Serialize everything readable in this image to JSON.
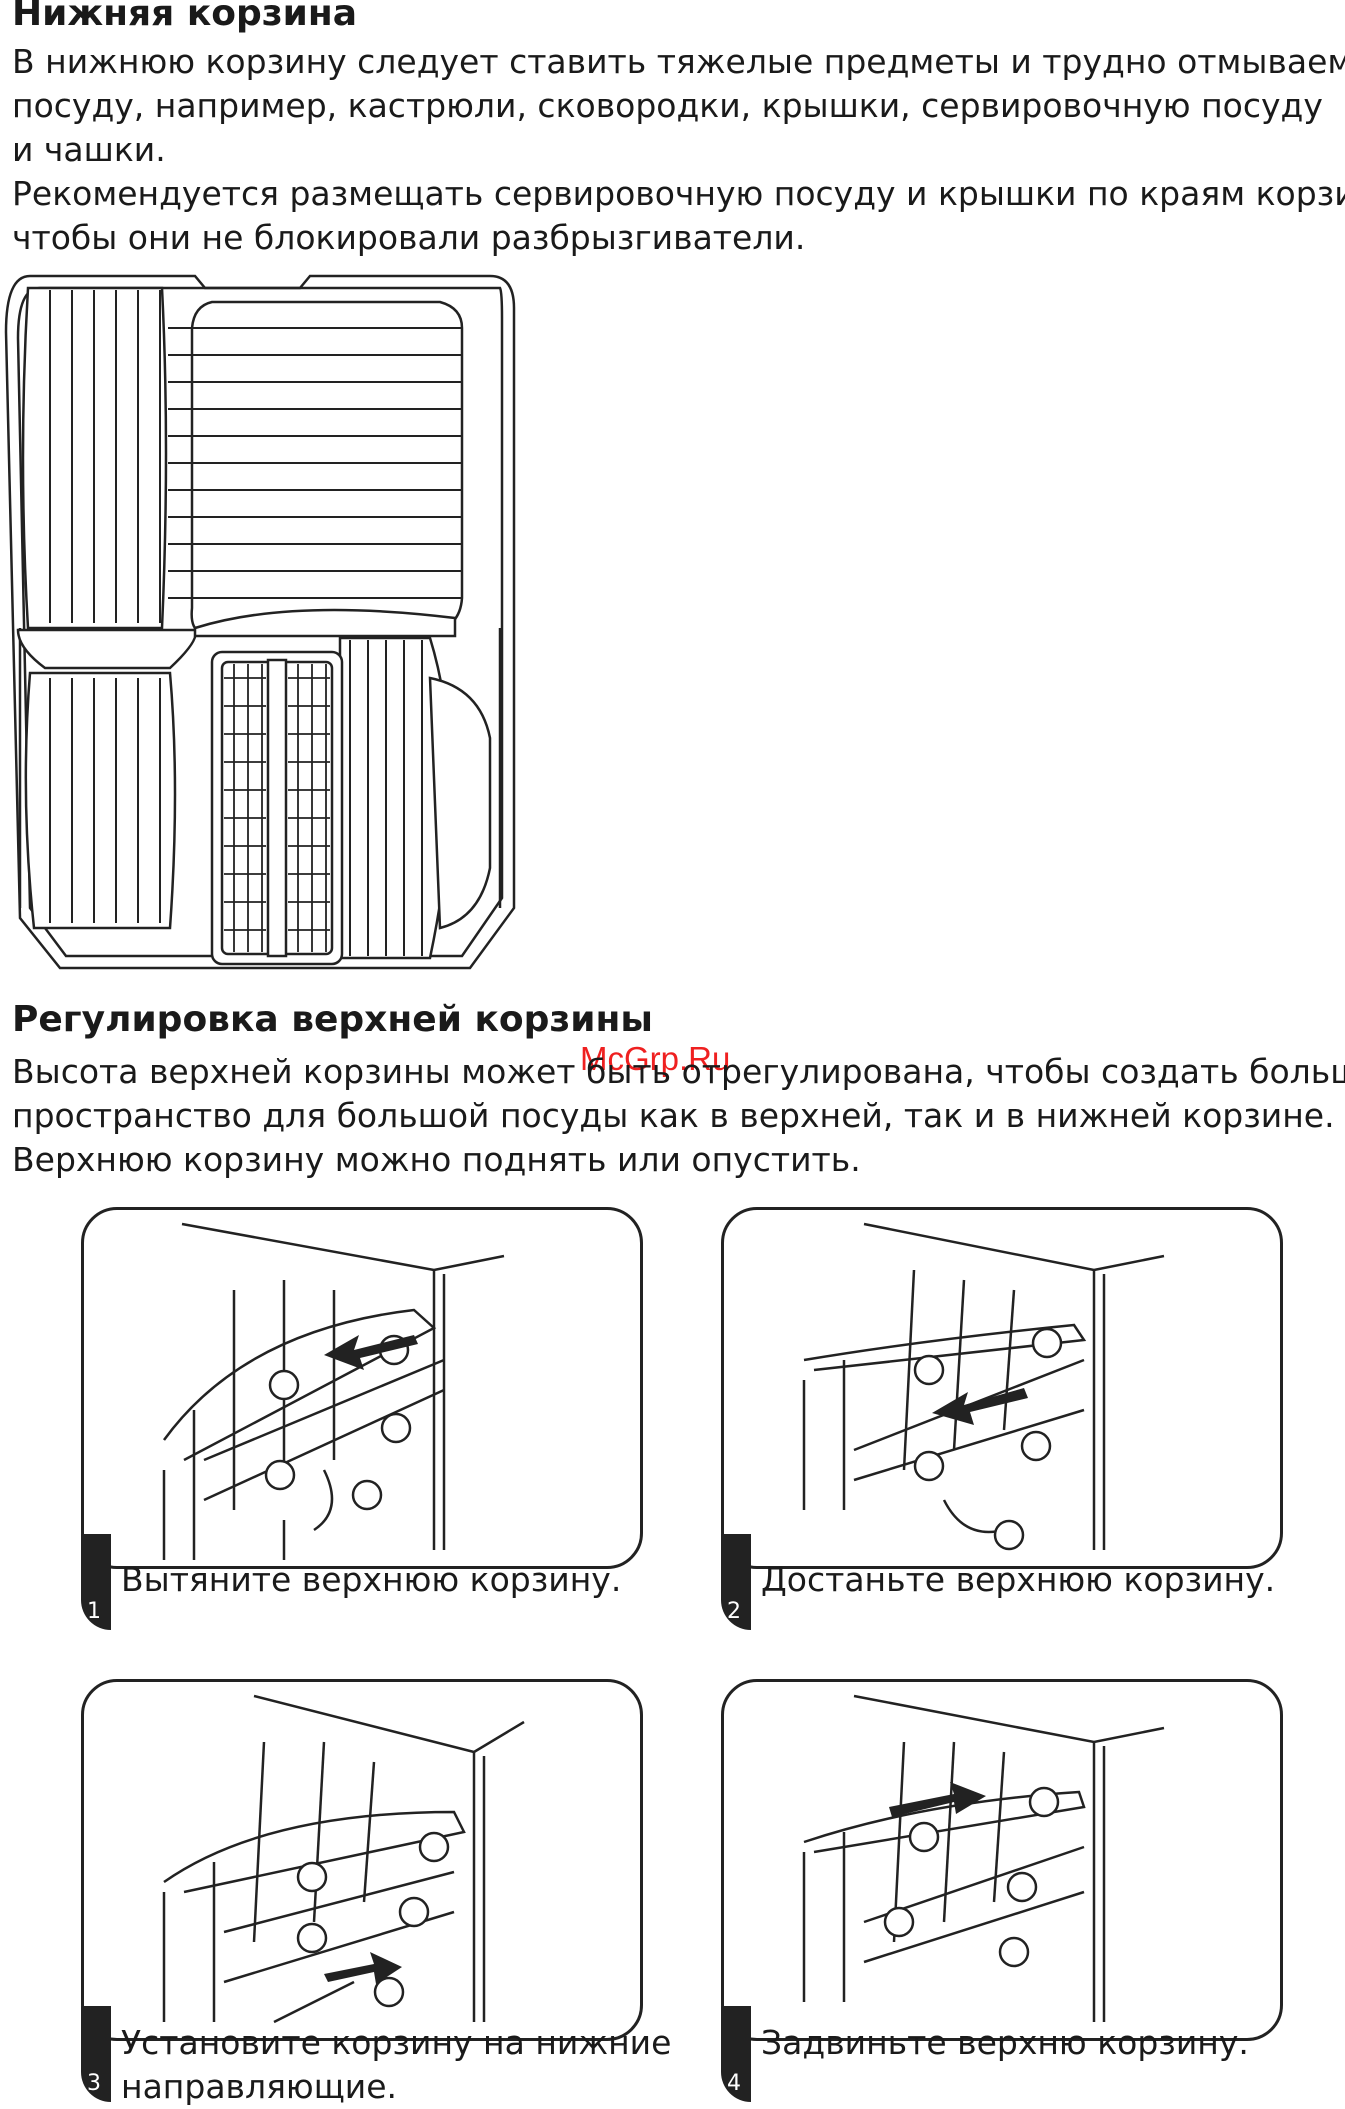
{
  "lower_basket": {
    "title": "Нижняя корзина",
    "p1_lines": [
      "В нижнюю корзину следует ставить тяжелые предметы и трудно отмываемую",
      "посуду, например, кастрюли, сковородки, крышки, сервировочную посуду",
      "и чашки."
    ],
    "p2_lines": [
      "Рекомендуется размещать сервировочную посуду и крышки по краям корзин,",
      "чтобы они не блокировали разбрызгиватели."
    ]
  },
  "upper_basket": {
    "title": "Регулировка верхней корзины",
    "watermark": "McGrp.Ru",
    "lines": [
      "Высота верхней корзины может быть отрегулирована, чтобы создать большее",
      "пространство для большой посуды как в верхней, так и в нижней корзине.",
      "Верхнюю корзину можно поднять или опустить."
    ]
  },
  "steps": [
    {
      "number": "1",
      "lines": [
        "Вытяните верхнюю корзину."
      ]
    },
    {
      "number": "2",
      "lines": [
        "Достаньте верхнюю корзину."
      ]
    },
    {
      "number": "3",
      "lines": [
        "Установите корзину на нижние",
        "направляющие."
      ]
    },
    {
      "number": "4",
      "lines": [
        "Задвиньте верхню корзину."
      ]
    }
  ]
}
